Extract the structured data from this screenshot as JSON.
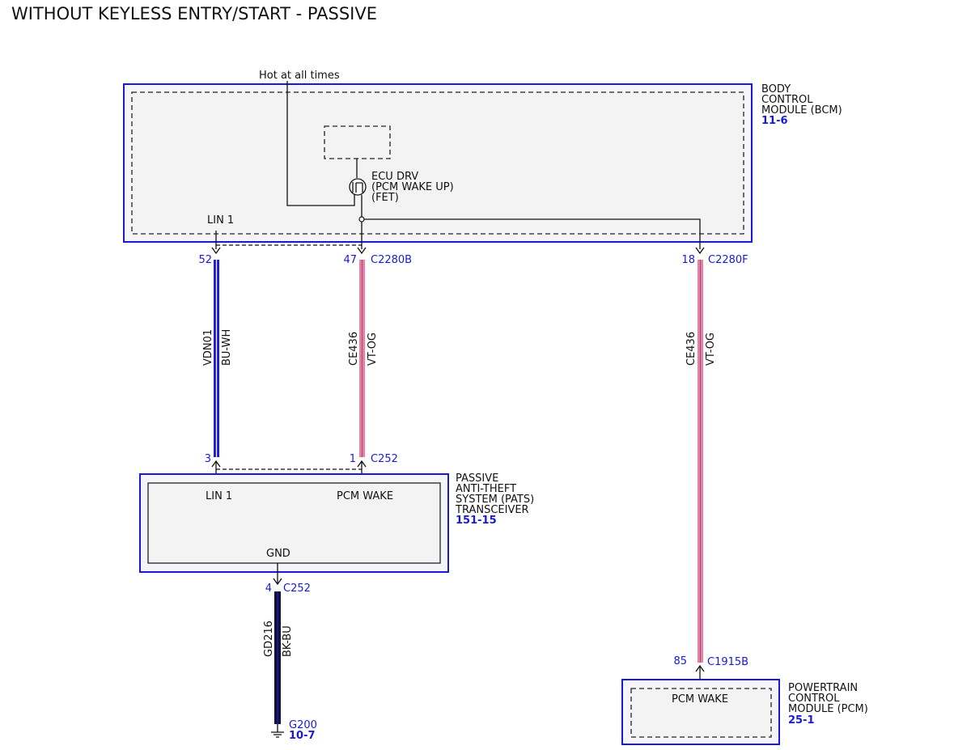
{
  "title": "WITHOUT KEYLESS ENTRY/START - PASSIVE",
  "power_label": "Hot at all times",
  "colors": {
    "module_border": "#1a1ad6",
    "ref_text": "#1a1ad6",
    "wire_bu_wh": "#1a1ad6",
    "wire_vt_og": "#e77fa6",
    "wire_bk_bu": "#111133"
  },
  "bcm": {
    "name_lines": [
      "BODY",
      "CONTROL",
      "MODULE (BCM)"
    ],
    "ref": "11-6",
    "lin_label": "LIN 1",
    "driver_lines": [
      "ECU DRV",
      "(PCM WAKE UP)",
      "(FET)"
    ],
    "driver_icon": "fet-transistor-icon"
  },
  "pats": {
    "name_lines": [
      "PASSIVE",
      "ANTI-THEFT",
      "SYSTEM (PATS)",
      "TRANSCEIVER"
    ],
    "ref": "151-15",
    "lin_label": "LIN 1",
    "wake_label": "PCM WAKE",
    "gnd_label": "GND"
  },
  "pcm": {
    "name_lines": [
      "POWERTRAIN",
      "CONTROL",
      "MODULE (PCM)"
    ],
    "ref": "25-1",
    "wake_label": "PCM WAKE"
  },
  "wires": {
    "lin": {
      "circuit": "VDN01",
      "color_code": "BU-WH",
      "pin_top": "52",
      "pin_bottom": "3"
    },
    "wake_pats": {
      "circuit": "CE436",
      "color_code": "VT-OG",
      "pin_top": "47",
      "connector_top": "C2280B",
      "pin_bottom": "1",
      "connector_bottom": "C252"
    },
    "wake_pcm": {
      "circuit": "CE436",
      "color_code": "VT-OG",
      "pin_top": "18",
      "connector_top": "C2280F",
      "pin_bottom": "85",
      "connector_bottom": "C1915B"
    },
    "ground": {
      "circuit": "GD216",
      "color_code": "BK-BU",
      "pin_top": "4",
      "connector_top": "C252",
      "ground_point": "G200",
      "ground_ref": "10-7"
    }
  }
}
